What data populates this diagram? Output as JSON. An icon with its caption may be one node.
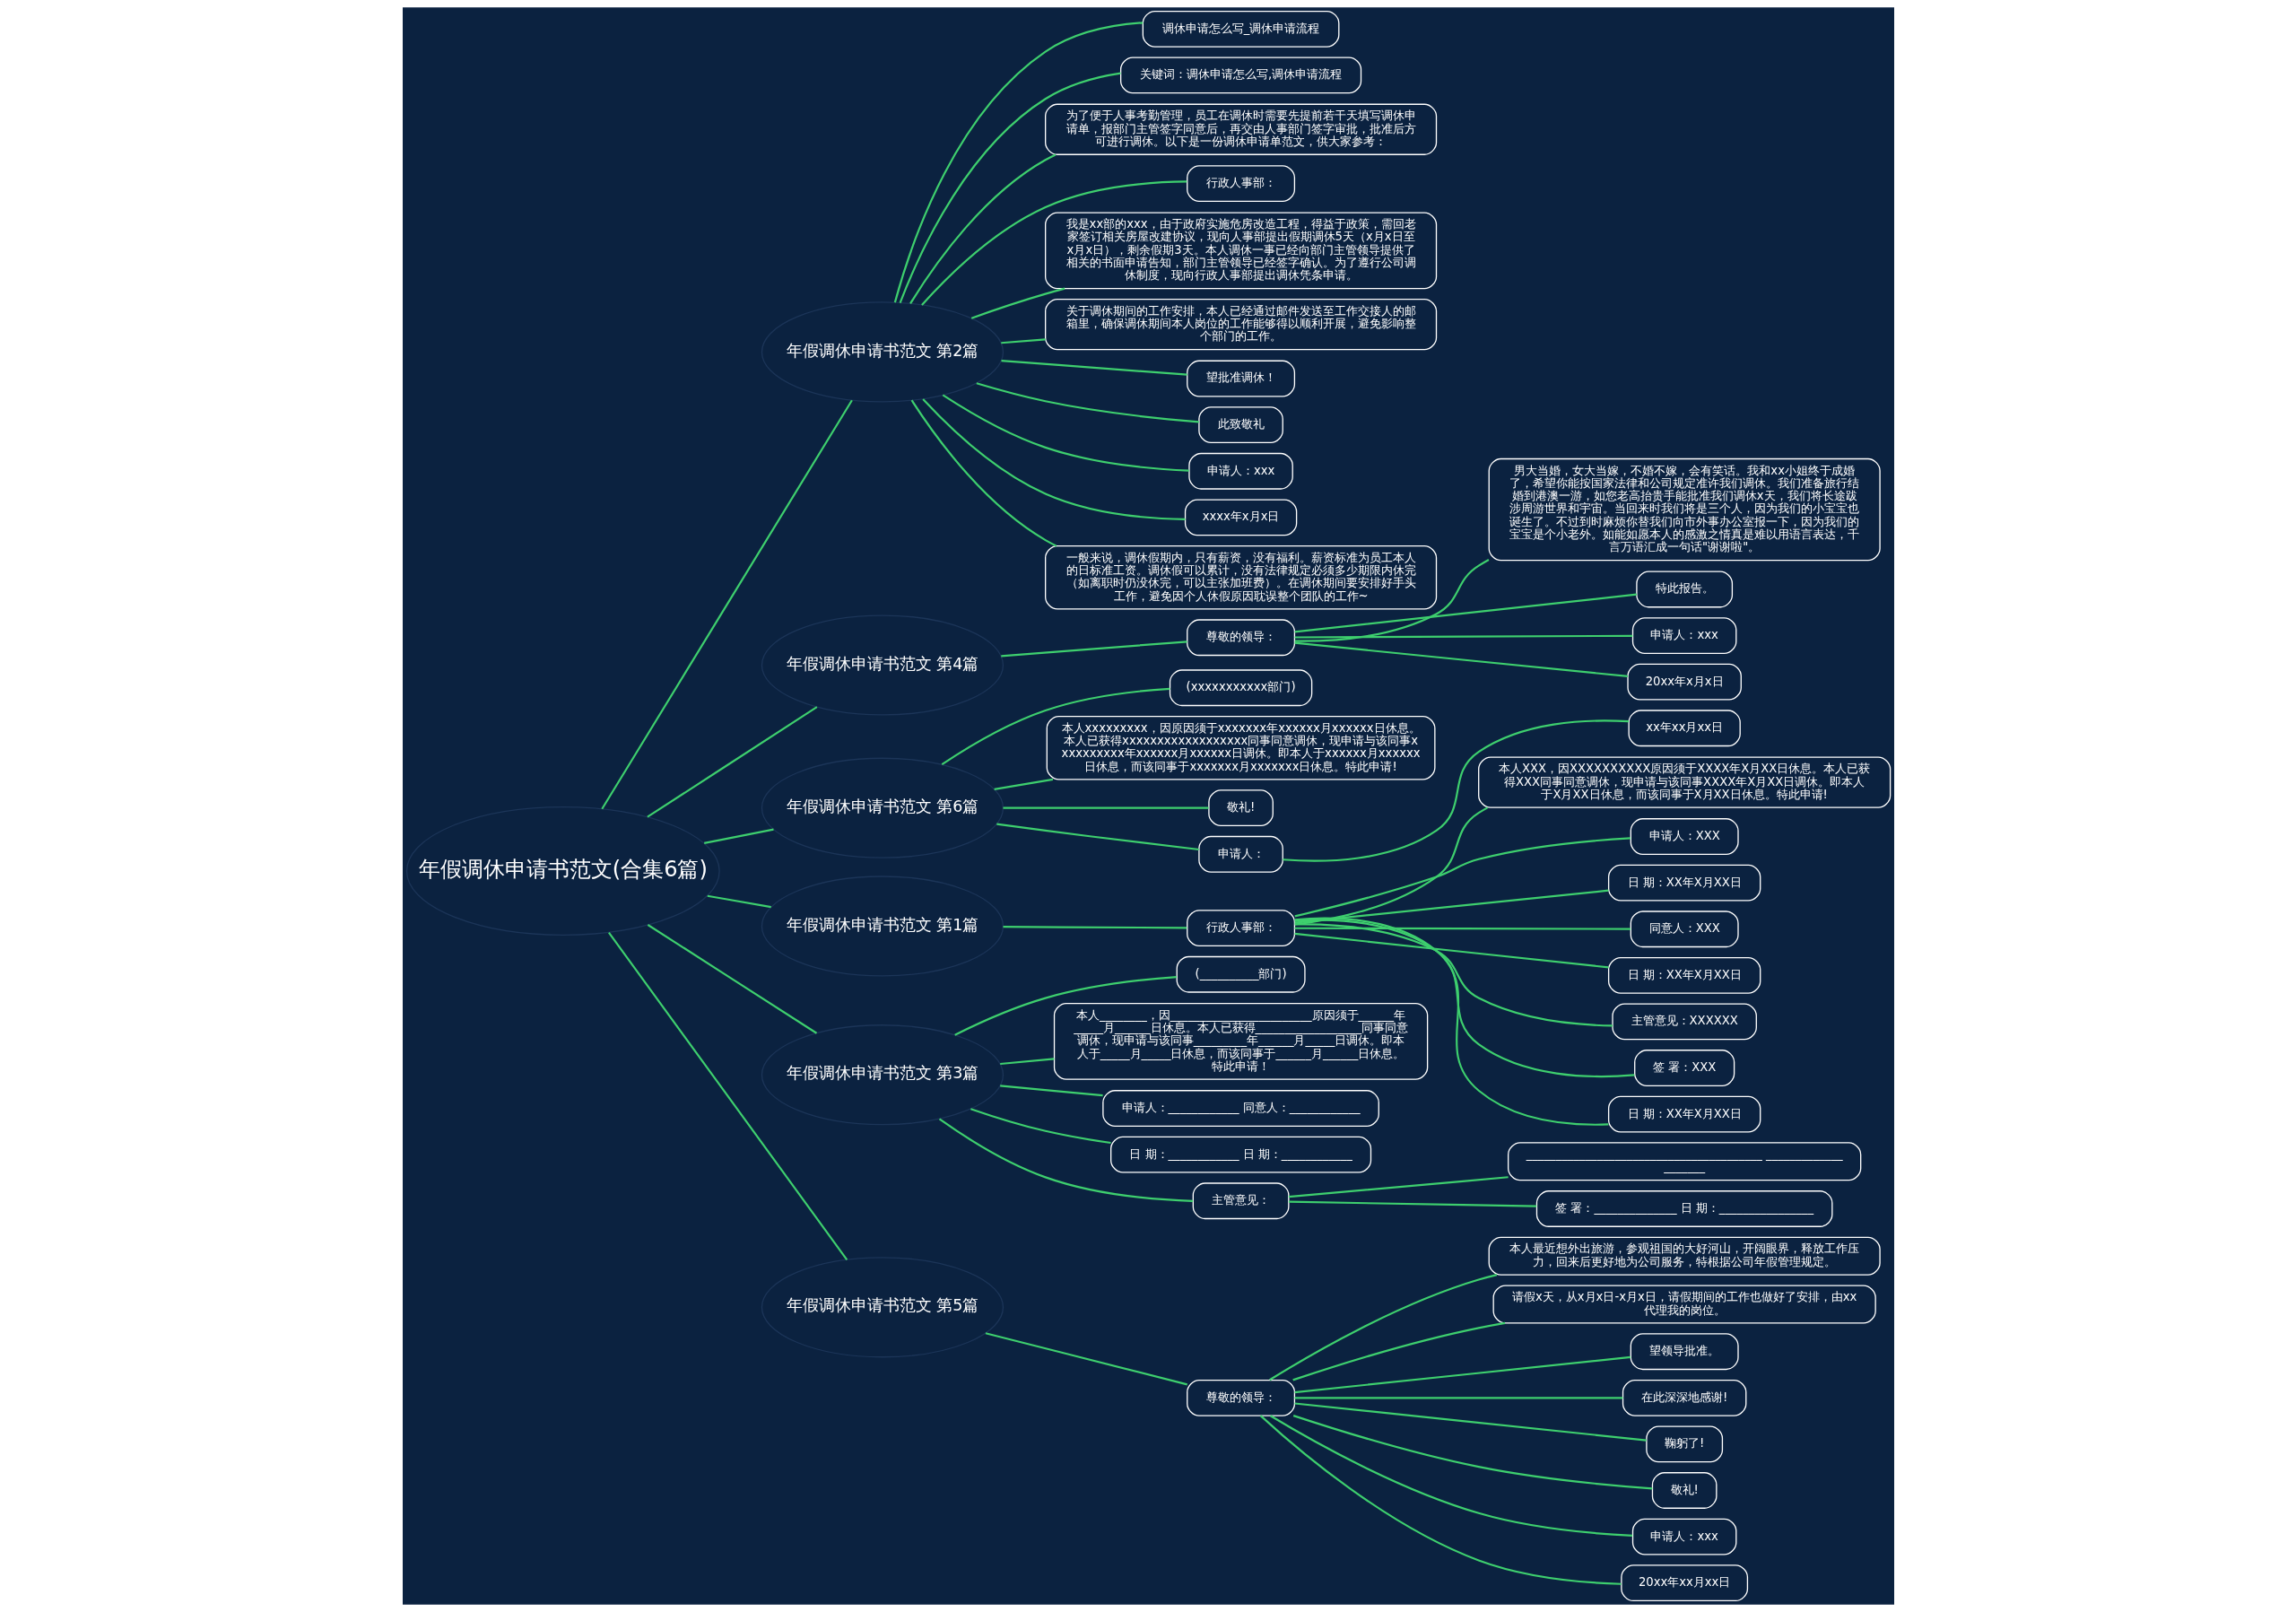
{
  "diagram": {
    "nodes": [
      {
        "text": [
          "年假调休申请书范文(合集6篇)"
        ]
      },
      {
        "text": [
          "年假调休申请书范文 第2篇"
        ]
      },
      {
        "text": [
          "调休申请怎么写_调休申请流程"
        ]
      },
      {
        "text": [
          "关键词：调休申请怎么写,调休申请流程"
        ]
      },
      {
        "text": [
          "为了便于人事考勤管理，员工在调休时需要先提前若干天填写调休申请单，报部门主管签字同意后，再交由人事部门签字审批，批准后方可进行调休。以下是一份调休申请单范文，供大家参考："
        ]
      },
      {
        "text": [
          "行政人事部："
        ]
      },
      {
        "text": [
          "我是xx部的xxx，由于政府实施危房改造工程，得益于政策，需回老家签订相关房屋改建协议，现向人事部提出假期调休5天（x月x日至x月x日），剩余假期3天。本人调休一事已经向部门主管领导提供了相关的书面申请告知，部门主管领导已经签字确认。为了遵行公司调休制度，现向行政人事部提出调休凭条申请。"
        ]
      },
      {
        "text": [
          "关于调休期间的工作安排，本人已经通过邮件发送至工作交接人的邮箱里，确保调休期间本人岗位的工作能够得以顺利开展，避免影响整个部门的工作。"
        ]
      },
      {
        "text": [
          "望批准调休！"
        ]
      },
      {
        "text": [
          "此致敬礼"
        ]
      },
      {
        "text": [
          "申请人：xxx"
        ]
      },
      {
        "text": [
          "xxxx年x月x日"
        ]
      },
      {
        "text": [
          "一般来说，调休假期内，只有薪资，没有福利。薪资标准为员工本人的日标准工资。调休假可以累计，没有法律规定必须多少期限内休完（如离职时仍没休完，可以主张加班费）。在调休期间要安排好手头工作，避免因个人休假原因耽误整个团队的工作~"
        ]
      },
      {
        "text": [
          "年假调休申请书范文 第4篇"
        ]
      },
      {
        "text": [
          "尊敬的领导："
        ]
      },
      {
        "text": [
          "男大当婚，女大当嫁，不婚不嫁，会有笑话。我和xx小姐终于成婚了，希望你能按国家法律和公司规定准许我们调休。我们准备旅行结婚到港澳一游，如您老高抬贵手能批准我们调休x天，我们将长途跋涉周游世界和宇宙。当回来时我们将是三个人，因为我们的小宝宝也诞生了。不过到时麻烦你替我们向市外事办公室报一下，因为我们的宝宝是个小老外。如能如愿本人的感激之情真是难以用语言表达，千言万语汇成一句话\"谢谢啦\"。"
        ]
      },
      {
        "text": [
          "特此报告。"
        ]
      },
      {
        "text": [
          "申请人：xxx"
        ]
      },
      {
        "text": [
          "20xx年x月x日"
        ]
      },
      {
        "text": [
          "年假调休申请书范文 第6篇"
        ]
      },
      {
        "text": [
          "(xxxxxxxxxxx部门)"
        ]
      },
      {
        "text": [
          "本人xxxxxxxxx，因原因须于xxxxxxx年xxxxxx月xxxxxx日休息。本人已获得xxxxxxxxxxxxxxxxxx同事同意调休，现申请与该同事xxxxxxxxxx年xxxxxx月xxxxxx日调休。即本人于xxxxxx月xxxxxx日休息，而该同事于xxxxxxx月xxxxxxx日休息。特此申请!"
        ]
      },
      {
        "text": [
          "敬礼!"
        ]
      },
      {
        "text": [
          "申请人："
        ]
      },
      {
        "text": [
          "xx年xx月xx日"
        ]
      },
      {
        "text": [
          "年假调休申请书范文 第1篇"
        ]
      },
      {
        "text": [
          "行政人事部："
        ]
      },
      {
        "text": [
          "本人XXX，因XXXXXXXXXX原因须于XXXX年X月XX日休息。本人已获得XXX同事同意调休，现申请与该同事XXXX年X月XX日调休。即本人于X月XX日休息，而该同事于X月XX日休息。特此申请!"
        ]
      },
      {
        "text": [
          "申请人：XXX"
        ]
      },
      {
        "text": [
          "日 期：XX年X月XX日"
        ]
      },
      {
        "text": [
          "同意人：XXX"
        ]
      },
      {
        "text": [
          "日 期：XX年X月XX日"
        ]
      },
      {
        "text": [
          "主管意见：XXXXXX"
        ]
      },
      {
        "text": [
          "签 署：XXX"
        ]
      },
      {
        "text": [
          "日 期：XX年X月XX日"
        ]
      },
      {
        "text": [
          "年假调休申请书范文 第3篇"
        ]
      },
      {
        "text": [
          "(__________部门)"
        ]
      },
      {
        "text": [
          "本人________，因________________________原因须于______年_____月______日休息。本人已获得__________________同事同意调休，现申请与该同事_________年______月_____日调休。即本人于_____月_____日休息，而该同事于______月______日休息。特此申请！"
        ]
      },
      {
        "text": [
          "申请人：____________ 同意人：____________"
        ]
      },
      {
        "text": [
          "日 期：____________ 日 期：____________"
        ]
      },
      {
        "text": [
          "主管意见："
        ]
      },
      {
        "text": [
          "________________________________________ ____________________"
        ]
      },
      {
        "text": [
          "签 署：______________ 日 期：________________"
        ]
      },
      {
        "text": [
          "年假调休申请书范文 第5篇"
        ]
      },
      {
        "text": [
          "尊敬的领导："
        ]
      },
      {
        "text": [
          "本人最近想外出旅游，参观祖国的大好河山，开阔眼界，释放工作压力，回来后更好地为公司服务，特根据公司年假管理规定。"
        ]
      },
      {
        "text": [
          "请假x天，从x月x日-x月x日，请假期间的工作也做好了安排，由xx代理我的岗位。"
        ]
      },
      {
        "text": [
          "望领导批准。"
        ]
      },
      {
        "text": [
          "在此深深地感谢!"
        ]
      },
      {
        "text": [
          "鞠躬了!"
        ]
      },
      {
        "text": [
          "敬礼!"
        ]
      },
      {
        "text": [
          "申请人：xxx"
        ]
      },
      {
        "text": [
          "20xx年xx月xx日"
        ]
      }
    ],
    "edges": [
      {
        "from": 0,
        "to": 1,
        "arrow": "none"
      },
      {
        "from": 1,
        "to": 2,
        "arrow": "none"
      },
      {
        "from": 1,
        "to": 3,
        "arrow": "none"
      },
      {
        "from": 1,
        "to": 4,
        "arrow": "none"
      },
      {
        "from": 1,
        "to": 5,
        "arrow": "none"
      },
      {
        "from": 1,
        "to": 6,
        "arrow": "none"
      },
      {
        "from": 1,
        "to": 7,
        "arrow": "none"
      },
      {
        "from": 1,
        "to": 8,
        "arrow": "none"
      },
      {
        "from": 1,
        "to": 9,
        "arrow": "none"
      },
      {
        "from": 1,
        "to": 10,
        "arrow": "none"
      },
      {
        "from": 1,
        "to": 11,
        "arrow": "none"
      },
      {
        "from": 1,
        "to": 12,
        "arrow": "none"
      },
      {
        "from": 0,
        "to": 13,
        "arrow": "none"
      },
      {
        "from": 13,
        "to": 14,
        "arrow": "none"
      },
      {
        "from": 14,
        "to": 15,
        "arrow": "none"
      },
      {
        "from": 14,
        "to": 16,
        "arrow": "none"
      },
      {
        "from": 14,
        "to": 17,
        "arrow": "none"
      },
      {
        "from": 14,
        "to": 18,
        "arrow": "none"
      },
      {
        "from": 0,
        "to": 19,
        "arrow": "none"
      },
      {
        "from": 19,
        "to": 20,
        "arrow": "none"
      },
      {
        "from": 19,
        "to": 21,
        "arrow": "none"
      },
      {
        "from": 19,
        "to": 22,
        "arrow": "none"
      },
      {
        "from": 19,
        "to": 23,
        "arrow": "none"
      },
      {
        "from": 23,
        "to": 24,
        "arrow": "none"
      },
      {
        "from": 0,
        "to": 25,
        "arrow": "none"
      },
      {
        "from": 25,
        "to": 26,
        "arrow": "none"
      },
      {
        "from": 26,
        "to": 27,
        "arrow": "none"
      },
      {
        "from": 26,
        "to": 28,
        "arrow": "none"
      },
      {
        "from": 26,
        "to": 29,
        "arrow": "none"
      },
      {
        "from": 26,
        "to": 30,
        "arrow": "none"
      },
      {
        "from": 26,
        "to": 31,
        "arrow": "none"
      },
      {
        "from": 26,
        "to": 32,
        "arrow": "none"
      },
      {
        "from": 26,
        "to": 33,
        "arrow": "none"
      },
      {
        "from": 26,
        "to": 34,
        "arrow": "none"
      },
      {
        "from": 0,
        "to": 35,
        "arrow": "none"
      },
      {
        "from": 35,
        "to": 36,
        "arrow": "none"
      },
      {
        "from": 35,
        "to": 37,
        "arrow": "none"
      },
      {
        "from": 35,
        "to": 38,
        "arrow": "none"
      },
      {
        "from": 35,
        "to": 39,
        "arrow": "none"
      },
      {
        "from": 35,
        "to": 40,
        "arrow": "none"
      },
      {
        "from": 40,
        "to": 41,
        "arrow": "none"
      },
      {
        "from": 40,
        "to": 42,
        "arrow": "none"
      },
      {
        "from": 0,
        "to": 43,
        "arrow": "none"
      },
      {
        "from": 43,
        "to": 44,
        "arrow": "none"
      },
      {
        "from": 44,
        "to": 45,
        "arrow": "none"
      },
      {
        "from": 44,
        "to": 46,
        "arrow": "none"
      },
      {
        "from": 44,
        "to": 47,
        "arrow": "none"
      },
      {
        "from": 44,
        "to": 48,
        "arrow": "none"
      },
      {
        "from": 44,
        "to": 49,
        "arrow": "none"
      },
      {
        "from": 44,
        "to": 50,
        "arrow": "none"
      },
      {
        "from": 44,
        "to": 51,
        "arrow": "none"
      },
      {
        "from": 44,
        "to": 52,
        "arrow": "none"
      }
    ]
  }
}
